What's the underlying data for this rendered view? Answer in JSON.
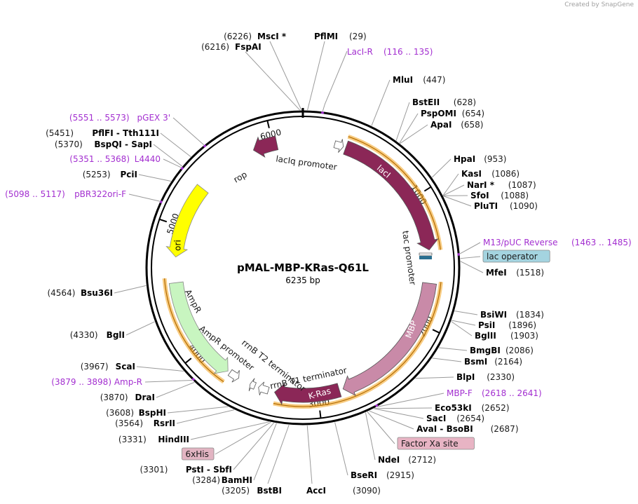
{
  "credit": {
    "created_by": "Created by",
    "brand": "SnapGene"
  },
  "plasmid": {
    "name": "pMAL-MBP-KRas-Q61L",
    "size": "6235 bp",
    "total_bp": 6235
  },
  "ticks": [
    {
      "pos": 1000,
      "label": "1000"
    },
    {
      "pos": 2000,
      "label": "2000"
    },
    {
      "pos": 3000,
      "label": "3000"
    },
    {
      "pos": 4000,
      "label": "4000"
    },
    {
      "pos": 5000,
      "label": "5000"
    },
    {
      "pos": 6000,
      "label": "6000"
    }
  ],
  "colors": {
    "lacI": "#8b2757",
    "rop": "#8b2757",
    "KRas": "#8b2757",
    "MBP": "#c98aa8",
    "ori": "#ffff00",
    "AmpR": "#c8f5c0",
    "promoter": "#ffffff",
    "terminator": "#ffffff",
    "orf_highlight": "#f2a21b",
    "primer": "#a32fd0",
    "lac_operator": "#a4d4e0",
    "factor_xa": "#e8b4c4",
    "his": "#e2b4c2"
  },
  "features": [
    {
      "name": "lacI",
      "start": 340,
      "end": 1420,
      "ring": "inner",
      "color": "lacI",
      "dir": "cw",
      "label_inside": "lacI"
    },
    {
      "name": "lacIq promoter",
      "start": 250,
      "end": 320,
      "ring": "inner",
      "color": "promoter",
      "dir": "cw",
      "label": "lacIq promoter"
    },
    {
      "name": "MBP",
      "start": 1680,
      "end": 2800,
      "ring": "inner",
      "color": "MBP",
      "dir": "cw",
      "label_inside": "MBP"
    },
    {
      "name": "K-Ras",
      "start": 2830,
      "end": 3340,
      "ring": "inner",
      "color": "KRas",
      "dir": "cw",
      "label_inside": "K-Ras"
    },
    {
      "name": "rrnB T1 terminator",
      "start": 3390,
      "end": 3470,
      "ring": "inner",
      "color": "terminator",
      "dir": "cw",
      "label": "rrnB T1 terminator"
    },
    {
      "name": "rrnB T2 terminator",
      "start": 3500,
      "end": 3540,
      "ring": "inner",
      "color": "terminator",
      "dir": "cw",
      "label": "rrnB T2 terminator"
    },
    {
      "name": "AmpR promoter",
      "start": 3640,
      "end": 3720,
      "ring": "inner",
      "color": "promoter",
      "dir": "ccw",
      "label": "AmpR promoter"
    },
    {
      "name": "AmpR",
      "start": 3740,
      "end": 4560,
      "ring": "inner",
      "color": "AmpR",
      "dir": "ccw",
      "label": "AmpR"
    },
    {
      "name": "ori",
      "start": 4760,
      "end": 5340,
      "ring": "inner",
      "color": "ori",
      "dir": "ccw",
      "label_inside": "ori"
    },
    {
      "name": "rop",
      "start": 5840,
      "end": 6030,
      "ring": "inner",
      "color": "rop",
      "dir": "ccw",
      "label": "rop"
    },
    {
      "name": "tac promoter",
      "label": "tac promoter"
    }
  ],
  "orf_arcs": [
    {
      "start": 330,
      "end": 1430
    },
    {
      "start": 1660,
      "end": 3330
    },
    {
      "start": 3720,
      "end": 4600
    }
  ],
  "labels": {
    "right": [
      {
        "kind": "site",
        "name": "MluI",
        "pos": 447
      },
      {
        "kind": "site",
        "name": "BstEII",
        "pos": 628
      },
      {
        "kind": "site",
        "name": "PspOMI",
        "pos": 654
      },
      {
        "kind": "site",
        "name": "ApaI",
        "pos": 658
      },
      {
        "kind": "site",
        "name": "HpaI",
        "pos": 953
      },
      {
        "kind": "site",
        "name": "KasI",
        "pos": 1086
      },
      {
        "kind": "site",
        "name": "NarI *",
        "pos": 1087
      },
      {
        "kind": "site",
        "name": "SfoI",
        "pos": 1088
      },
      {
        "kind": "site",
        "name": "PluTI",
        "pos": 1090
      },
      {
        "kind": "primer",
        "name": "M13/pUC Reverse",
        "range": "(1463 .. 1485)"
      },
      {
        "kind": "box",
        "name": "lac operator"
      },
      {
        "kind": "site",
        "name": "MfeI",
        "pos": 1518
      },
      {
        "kind": "site",
        "name": "BsiWI",
        "pos": 1834
      },
      {
        "kind": "site",
        "name": "PsiI",
        "pos": 1896
      },
      {
        "kind": "site",
        "name": "BglII",
        "pos": 1903
      },
      {
        "kind": "site",
        "name": "BmgBI",
        "pos": 2086
      },
      {
        "kind": "site",
        "name": "BsmI",
        "pos": 2164
      },
      {
        "kind": "site",
        "name": "BlpI",
        "pos": 2330
      },
      {
        "kind": "primer",
        "name": "MBP-F",
        "range": "(2618 .. 2641)"
      },
      {
        "kind": "site",
        "name": "Eco53kI",
        "pos": 2652
      },
      {
        "kind": "site",
        "name": "SacI",
        "pos": 2654
      },
      {
        "kind": "site",
        "name": "AvaI - BsoBI",
        "pos": 2687
      },
      {
        "kind": "box",
        "name": "Factor Xa site"
      },
      {
        "kind": "site",
        "name": "NdeI",
        "pos": 2712
      },
      {
        "kind": "site",
        "name": "BseRI",
        "pos": 2915
      }
    ],
    "top": [
      {
        "kind": "site",
        "name": "MscI *",
        "pos": 6226
      },
      {
        "kind": "site",
        "name": "FspAI",
        "pos": 6216
      },
      {
        "kind": "site",
        "name": "PflMI",
        "pos": 29
      },
      {
        "kind": "primer",
        "name": "LacI-R",
        "range": "(116 .. 135)"
      }
    ],
    "left": [
      {
        "kind": "primer",
        "name": "pGEX 3'",
        "range": "(5551 .. 5573)"
      },
      {
        "kind": "site",
        "name": "PflFI - Tth111I",
        "pos": 5451
      },
      {
        "kind": "site",
        "name": "BspQI - SapI",
        "pos": 5370
      },
      {
        "kind": "primer",
        "name": "L4440",
        "range": "(5351 .. 5368)"
      },
      {
        "kind": "site",
        "name": "PciI",
        "pos": 5253
      },
      {
        "kind": "primer",
        "name": "pBR322ori-F",
        "range": "(5098 .. 5117)"
      },
      {
        "kind": "site",
        "name": "Bsu36I",
        "pos": 4564
      },
      {
        "kind": "site",
        "name": "BglI",
        "pos": 4330
      },
      {
        "kind": "site",
        "name": "ScaI",
        "pos": 3967
      },
      {
        "kind": "primer",
        "name": "Amp-R",
        "range": "(3879 .. 3898)"
      },
      {
        "kind": "site",
        "name": "DraI",
        "pos": 3870
      },
      {
        "kind": "site",
        "name": "BspHI",
        "pos": 3608
      },
      {
        "kind": "site",
        "name": "RsrII",
        "pos": 3564
      },
      {
        "kind": "site",
        "name": "HindIII",
        "pos": 3331
      },
      {
        "kind": "box",
        "name": "6xHis"
      },
      {
        "kind": "site",
        "name": "PstI - SbfI",
        "pos": 3301
      },
      {
        "kind": "site",
        "name": "BamHI",
        "pos": 3284
      },
      {
        "kind": "site",
        "name": "BstBI",
        "pos": 3205
      },
      {
        "kind": "site",
        "name": "AccI",
        "pos": 3090
      }
    ]
  }
}
